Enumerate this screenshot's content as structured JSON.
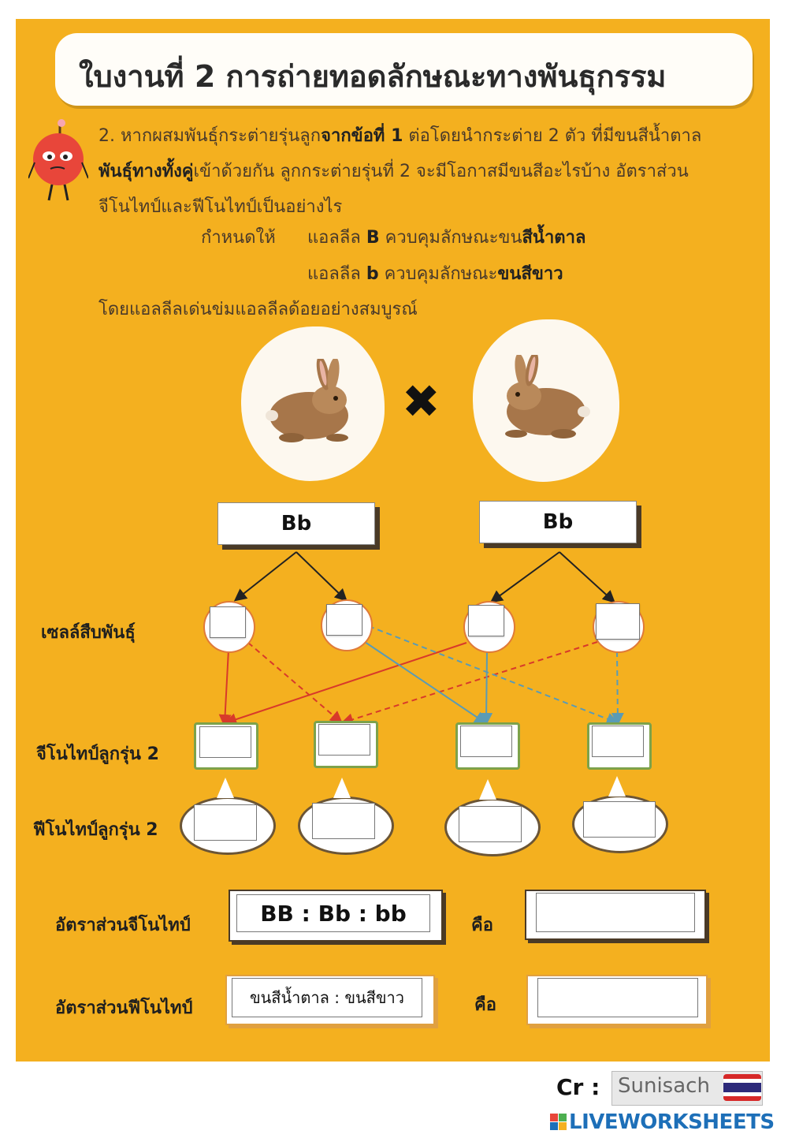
{
  "title": "ใบงานที่ 2 การถ่ายทอดลักษณะทางพันธุกรรม",
  "question": {
    "line1_a": "2. หากผสมพันธุ์กระต่ายรุ่นลูก",
    "line1_b": "จากข้อที่ 1",
    "line1_c": " ต่อโดยนำกระต่าย 2 ตัว ที่มีขนสีน้ำตาล",
    "line2_a": "พันธุ์ทางทั้งคู่",
    "line2_b": "เข้าด้วยกัน ลูกกระต่ายรุ่นที่ 2 จะมีโอกาสมีขนสีอะไรบ้าง อัตราส่วน",
    "line3": "จีโนไทป์และฟีโนไทป์เป็นอย่างไร"
  },
  "given_label": "กำหนดให้",
  "allele_B": {
    "prefix": "แอลลีล ",
    "letter": "B",
    "mid": " ควบคุมลักษณะขน",
    "trait": "สีน้ำตาล"
  },
  "allele_b": {
    "prefix": "แอลลีล ",
    "letter": "b",
    "mid": " ควบคุมลักษณะ",
    "trait": "ขนสีขาว"
  },
  "note": "โดยแอลลีลเด่นข่มแอลลีลด้อยอย่างสมบูรณ์",
  "parents": {
    "left_genotype": "Bb",
    "right_genotype": "Bb",
    "cross_symbol": "✖"
  },
  "labels": {
    "gametes": "เซลล์สืบพันธุ์",
    "f2_genotype": "จีโนไทป์ลูกรุ่น 2",
    "f2_phenotype": "ฟีโนไทป์ลูกรุ่น 2",
    "genotype_ratio": "อัตราส่วนจีโนไทป์",
    "phenotype_ratio": "อัตราส่วนฟีโนไทป์",
    "is_1": "คือ",
    "is_2": "คือ"
  },
  "genotype_ratio_text": "BB  : Bb  : bb",
  "phenotype_ratio_text": "ขนสีน้ำตาล : ขนสีขาว",
  "inputs": {
    "gametes": [
      "",
      "",
      "",
      ""
    ],
    "f2_genotypes": [
      "",
      "",
      "",
      ""
    ],
    "f2_phenotypes": [
      "",
      "",
      "",
      ""
    ],
    "genotype_ratio_answer": "",
    "phenotype_ratio_answer": ""
  },
  "footer": {
    "credit": "Cr :",
    "author": "Sunisach",
    "brand": "LIVEWORKSHEETS"
  },
  "colors": {
    "background": "#f4b01f",
    "red_arrow": "#d83a2a",
    "blue_arrow": "#5a9bb5",
    "green_border": "#7da24a"
  }
}
